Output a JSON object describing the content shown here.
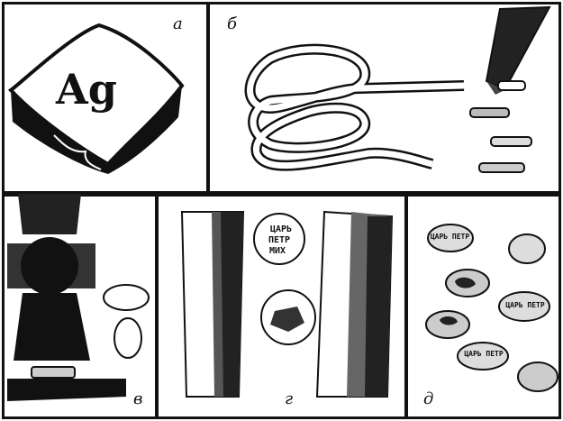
{
  "panels": {
    "a": {
      "letter": "а",
      "ingot_label": "Ag"
    },
    "b": {
      "letter": "б"
    },
    "c": {
      "letter": "в"
    },
    "d": {
      "letter": "г",
      "coin_text_line1": "ЦАРЬ",
      "coin_text_line2": "ПЕТР",
      "coin_text_line3": "МИХ"
    },
    "e": {
      "letter": "д",
      "coin_labels": [
        "ЦАРЬ ПЕТР",
        "ЦАРЬ ПЕТР",
        "ЦАРЬ ПЕТР"
      ]
    }
  }
}
